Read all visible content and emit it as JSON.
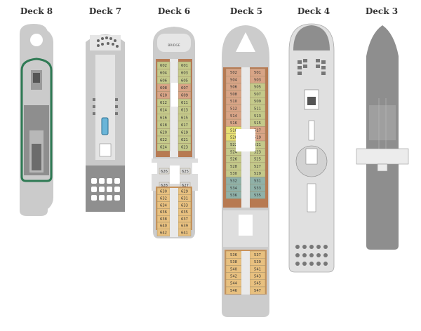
{
  "decks": [
    {
      "id": "deck8",
      "label": "Deck 8"
    },
    {
      "id": "deck7",
      "label": "Deck 7"
    },
    {
      "id": "deck6",
      "label": "Deck 6",
      "bridge": "BRIDGE",
      "rows": [
        [
          "602",
          "601"
        ],
        [
          "604",
          "603"
        ],
        [
          "606",
          "605"
        ],
        [
          "608",
          "607"
        ],
        [
          "610",
          "609"
        ],
        [
          "612",
          "611"
        ],
        [
          "614",
          "613"
        ],
        [
          "616",
          "615"
        ],
        [
          "618",
          "617"
        ],
        [
          "620",
          "619"
        ],
        [
          "622",
          "621"
        ],
        [
          "624",
          "623"
        ]
      ],
      "mid": [
        [
          "626",
          "625"
        ],
        [
          "628",
          "627"
        ]
      ],
      "lower": [
        [
          "630",
          "629"
        ],
        [
          "632",
          "631"
        ],
        [
          "634",
          "633"
        ],
        [
          "636",
          "635"
        ],
        [
          "638",
          "637"
        ],
        [
          "640",
          "639"
        ],
        [
          "642",
          "641"
        ]
      ]
    },
    {
      "id": "deck5",
      "label": "Deck 5",
      "rows": [
        [
          "502",
          "501"
        ],
        [
          "504",
          "503"
        ],
        [
          "506",
          "505"
        ],
        [
          "508",
          "507"
        ],
        [
          "510",
          "509"
        ],
        [
          "512",
          "511"
        ],
        [
          "514",
          "513"
        ],
        [
          "516",
          "515"
        ],
        [
          "518",
          "517"
        ],
        [
          "520",
          "519"
        ],
        [
          "522",
          "521"
        ],
        [
          "524",
          "523"
        ],
        [
          "526",
          "525"
        ],
        [
          "528",
          "527"
        ],
        [
          "530",
          "529"
        ],
        [
          "532",
          "531"
        ],
        [
          "534",
          "533"
        ],
        [
          "536",
          "535"
        ]
      ],
      "lower": [
        [
          "536",
          "537"
        ],
        [
          "538",
          "539"
        ],
        [
          "540",
          "541"
        ],
        [
          "542",
          "543"
        ],
        [
          "544",
          "545"
        ],
        [
          "546",
          "547"
        ]
      ]
    },
    {
      "id": "deck4",
      "label": "Deck 4"
    },
    {
      "id": "deck3",
      "label": "Deck 3"
    }
  ],
  "colors": {
    "hull": "#c9c9c9",
    "hull_dark": "#8e8e8e",
    "deck_light": "#e9e9e9",
    "tan": "#e8c07f",
    "salmon": "#d8a486",
    "olive": "#c4c98a",
    "teal": "#8fb1a8",
    "yellow": "#e6df73",
    "green_track": "#2f7a54",
    "pool": "#6ab5d8"
  }
}
